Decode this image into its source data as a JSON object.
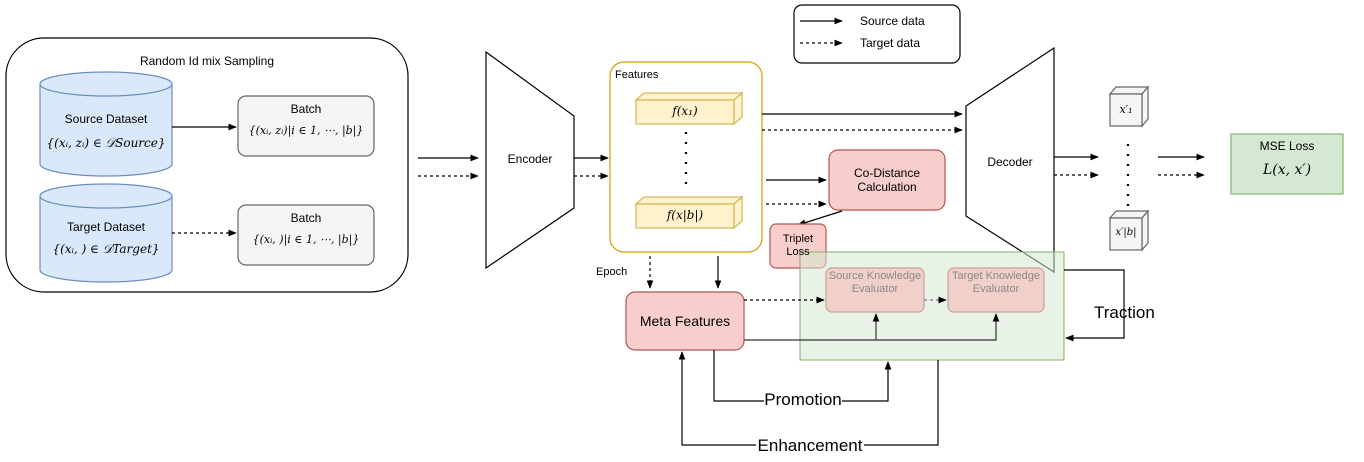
{
  "legend": {
    "source": "Source data",
    "target": "Target data"
  },
  "sampling": {
    "title": "Random Id mix Sampling",
    "source_dataset": {
      "title": "Source Dataset",
      "formula": "{(xᵢ, zᵢ) ∈ 𝒟Source}"
    },
    "target_dataset": {
      "title": "Target Dataset",
      "formula": "{(xᵢ, ) ∈ 𝒟Target}"
    },
    "source_batch": {
      "title": "Batch",
      "formula": "{(xᵢ, zᵢ)|i ∈ 1, ⋯, |b|}"
    },
    "target_batch": {
      "title": "Batch",
      "formula": "{(xᵢ, )|i ∈ 1, ⋯, |b|}"
    }
  },
  "encoder": {
    "label": "Encoder"
  },
  "features": {
    "title": "Features",
    "first": "f(x₁)",
    "last": "f(x|b|)"
  },
  "codistance": {
    "label": "Co-Distance Calculation"
  },
  "triplet": {
    "label": "Triplet Loss"
  },
  "decoder": {
    "label": "Decoder"
  },
  "outputs": {
    "first": "x′₁",
    "last": "x′|b|"
  },
  "mse": {
    "title": "MSE Loss",
    "formula": "L(x, x′)"
  },
  "epoch": "Epoch",
  "meta_features": "Meta Features",
  "source_evaluator": "Source Knowledge Evaluator",
  "target_evaluator": "Target Knowledge Evaluator",
  "traction": "Traction",
  "promotion": "Promotion",
  "enhancement": "Enhancement",
  "colors": {
    "dataset_fill": "#dae8fc",
    "dataset_stroke": "#6c8ebf",
    "feature_fill": "#fff2cc",
    "feature_stroke": "#d6b656",
    "red_fill": "#f8cecc",
    "red_stroke": "#b85450",
    "green_fill": "#d5e8d4",
    "green_stroke": "#82b366",
    "gray_fill": "#f5f5f5",
    "gray_stroke": "#666666"
  }
}
